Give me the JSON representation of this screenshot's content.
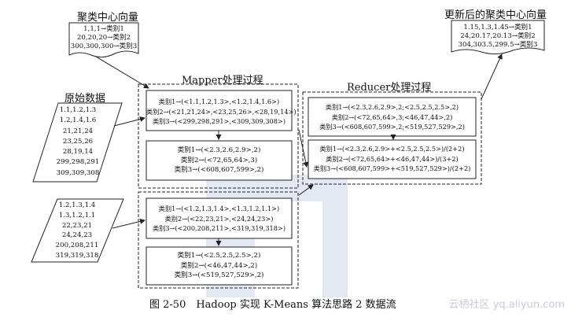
{
  "titles": {
    "centers": "聚类中心向量",
    "updated_centers": "更新后的聚类中心向量",
    "raw_data": "原始数据",
    "mapper": "Mapper处理过程",
    "reducer": "Reducer处理过程"
  },
  "centers": [
    "1,1,1→类别1",
    "20,20,20→类别2",
    "300,300,300→类别3"
  ],
  "updated_centers": [
    "1.15,1.3,1.45→类别1",
    "24,20.17,20.13→类别2",
    "304,303.5,299.5→类别3"
  ],
  "raw_data_1": [
    "1.1,1.2,1.3",
    "1.2,1.4,1.6",
    "21,21,24",
    "23,25,26",
    "28,19,14",
    "299,298,291",
    "309,309,308"
  ],
  "raw_data_2": [
    "1.2,1.3,1.4",
    "1.3,1.2,1.1",
    "22,23,21",
    "24,24,23",
    "200,208,211",
    "319,319,318"
  ],
  "mapper1_group": [
    "类别1→(<1.1,1.2,1.3>,<1.2,1.4,1.6>)",
    "类别2→(<21,21,24>,<23,25,26>,<28,19,14>)",
    "类别3→(<299,298,291>,<309,309,308>)"
  ],
  "mapper1_combine": [
    "类别1→(<2.3,2.6,2.9>,2)",
    "类别2→(<72,65,64>,3)",
    "类别3→(<608,607,599>,2)"
  ],
  "mapper2_group": [
    "类别1→(<1.2,1.3,1.4>,<1.3,1.2,1.1>)",
    "类别2→(<22,23,21>,<24,24,23>)",
    "类别3→(<200,208,211>,<319,319,318>)"
  ],
  "mapper2_combine": [
    "类别1→(<2.5,2.5,2.5>,2)",
    "类别2→(<46,47,44>,2)",
    "类别3→(<519,527,529>,2)"
  ],
  "reducer_group": [
    "类别1→(<2.3,2.6,2.9>,2;<2.5,2.5,2.5>,2)",
    "类别2→(<72,65,64>,3;<46,47,44>,2)",
    "类别3→(<608,607,599>,2;<519,527,529>,2)"
  ],
  "reducer_sum": [
    "类别1→(<2.3,2.6,2.9>+<2.5,2.5,2.5>)/(2+2)",
    "类别2→(<72,65,64>+<46,47,44>)/(3+2)",
    "类别3→(<608,607,599>+<519,527,529>)/(2+2)"
  ],
  "caption": "图 2-50　Hadoop 实现 K-Means 算法思路 2 数据流",
  "watermark": "云栖社区 yq.aliyun.com",
  "colors": {
    "line": "#222222",
    "watermark": "#c9ccd6",
    "background_mark": "#dfe5f1"
  }
}
